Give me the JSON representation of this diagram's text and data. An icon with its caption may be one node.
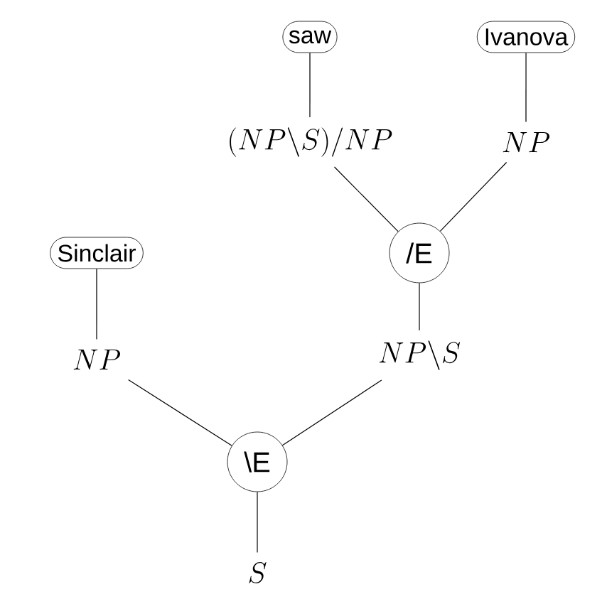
{
  "diagram": {
    "nodes": [
      {
        "text": [
          "saw"
        ]
      },
      {
        "text": [
          "Ivanova"
        ]
      },
      {
        "text": [
          "(NP\\backslash S)/NP"
        ]
      },
      {
        "text": [
          "NP"
        ]
      },
      {
        "text": [
          "Sinclair"
        ]
      },
      {
        "text": [
          "/E"
        ]
      },
      {
        "text": [
          "NP"
        ]
      },
      {
        "text": [
          "NP\\backslash S"
        ]
      },
      {
        "text": [
          "\\E"
        ]
      },
      {
        "text": [
          "S"
        ]
      }
    ],
    "edges": [
      {
        "from": 0,
        "to": 2,
        "arrow": "none"
      },
      {
        "from": 1,
        "to": 3,
        "arrow": "none"
      },
      {
        "from": 2,
        "to": 5,
        "arrow": "none"
      },
      {
        "from": 3,
        "to": 5,
        "arrow": "none"
      },
      {
        "from": 4,
        "to": 6,
        "arrow": "none"
      },
      {
        "from": 5,
        "to": 7,
        "arrow": "none"
      },
      {
        "from": 6,
        "to": 8,
        "arrow": "none"
      },
      {
        "from": 7,
        "to": 8,
        "arrow": "none"
      },
      {
        "from": 8,
        "to": 9,
        "arrow": "none"
      }
    ]
  }
}
